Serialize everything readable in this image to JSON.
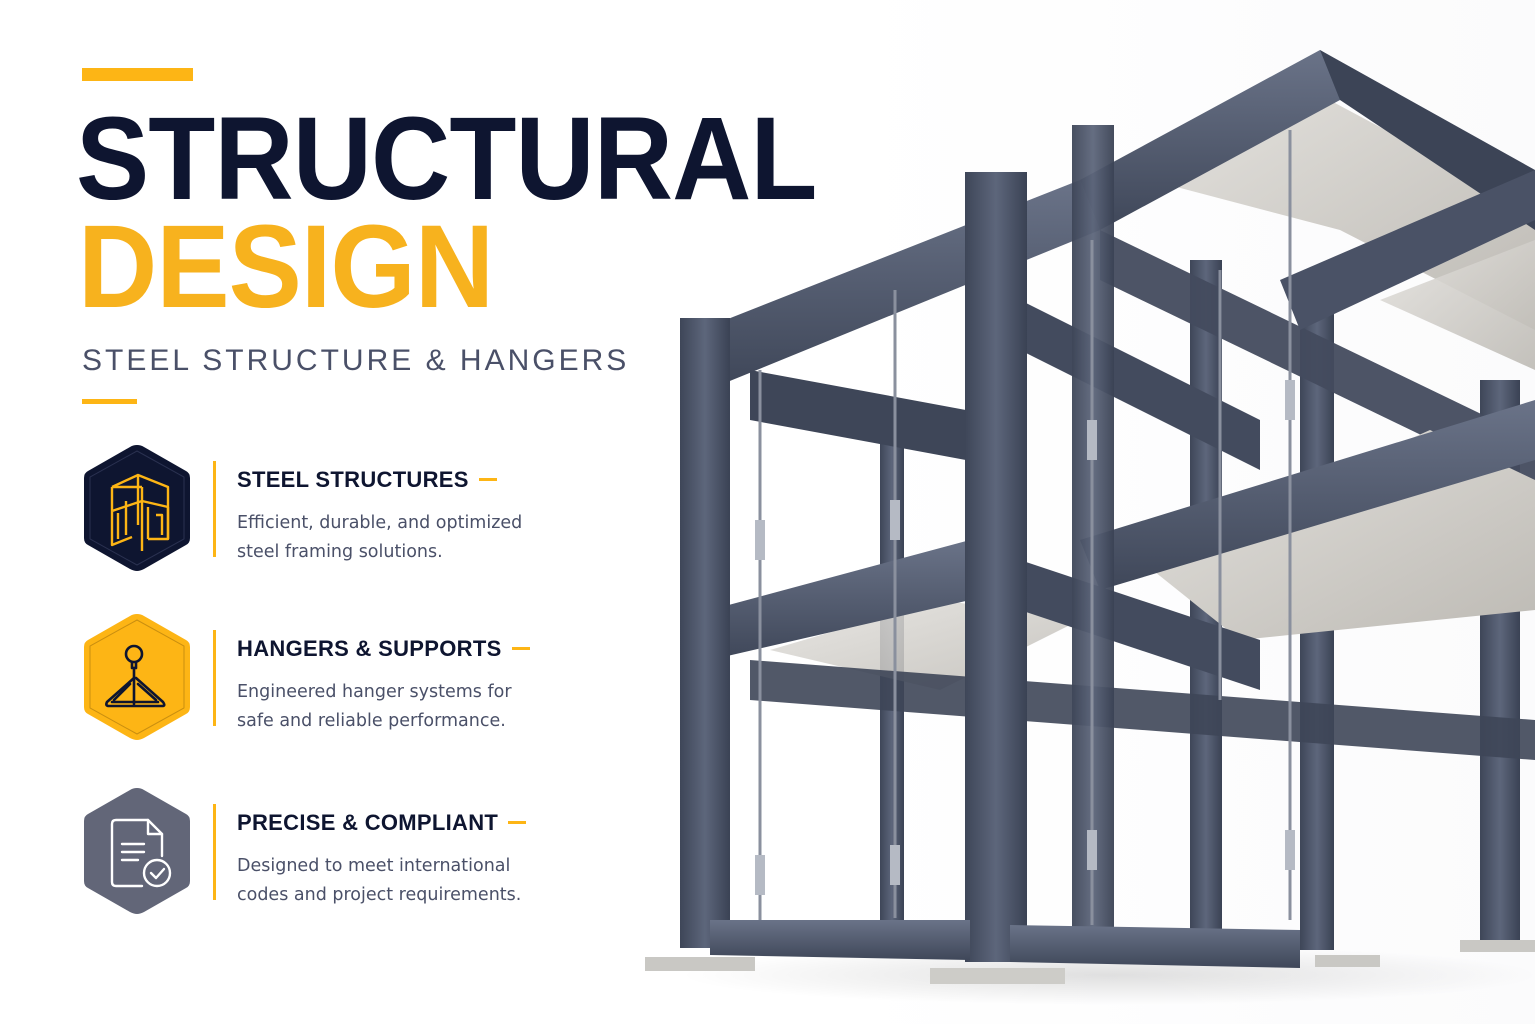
{
  "header": {
    "title_line_1": "STRUCTURAL",
    "title_line_2": "DESIGN",
    "subtitle": "STEEL STRUCTURE & HANGERS"
  },
  "features": [
    {
      "title": "STEEL STRUCTURES",
      "description": "Efficient, durable, and optimized\nsteel framing solutions.",
      "icon": "steel-frame-icon",
      "badge_color": "#0E1530",
      "icon_color": "#FDB515"
    },
    {
      "title": "HANGERS & SUPPORTS",
      "description": "Engineered hanger systems for\nsafe and reliable performance.",
      "icon": "hanger-icon",
      "badge_color": "#FDB515",
      "icon_color": "#0E1530"
    },
    {
      "title": "PRECISE & COMPLIANT",
      "description": "Designed to meet international\ncodes and project requirements.",
      "icon": "document-check-icon",
      "badge_color": "#626678",
      "icon_color": "#FFFFFF"
    }
  ],
  "illustration": {
    "subject": "steel-frame-structure-with-hangers",
    "steel_color": "#4B5468",
    "slab_color": "#D4D2CE"
  },
  "colors": {
    "accent": "#FDB515",
    "navy": "#0E1530",
    "slate": "#4A5068",
    "background": "#FFFFFF"
  }
}
